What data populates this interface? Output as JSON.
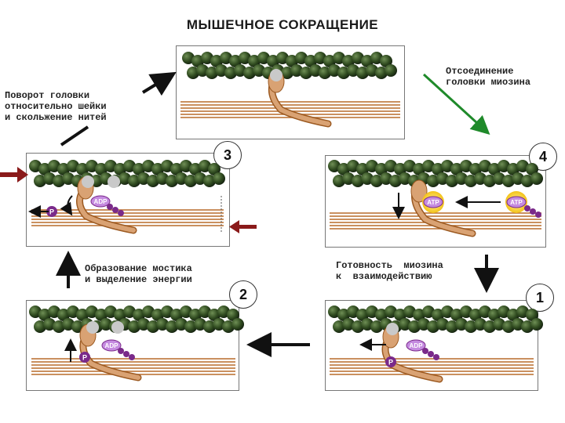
{
  "title": "МЫШЕЧНОЕ СОКРАЩЕНИЕ",
  "labels": {
    "detach": "Отсоединение\nголовки миозина",
    "rotate": "Поворот головки\nотносительно шейки\nи скольжение нитей",
    "bridge": "Образование мостика\nи выделение энергии",
    "ready": "Готовность  миозина\nк  взаимодействию"
  },
  "numbers": {
    "n1": "1",
    "n2": "2",
    "n3": "3",
    "n4": "4"
  },
  "molecules": {
    "adp": "ADP",
    "atp": "ATP",
    "p": "P"
  },
  "colors": {
    "actin": "#2f4a1f",
    "myosin_head": "#d9a273",
    "thick_filament": "#b86b2a",
    "atp_glow": "#f3e24a",
    "phosphate": "#7a2a8a",
    "arrow_dark": "#8a1a1a",
    "arrow_green": "#1f8a2a"
  }
}
